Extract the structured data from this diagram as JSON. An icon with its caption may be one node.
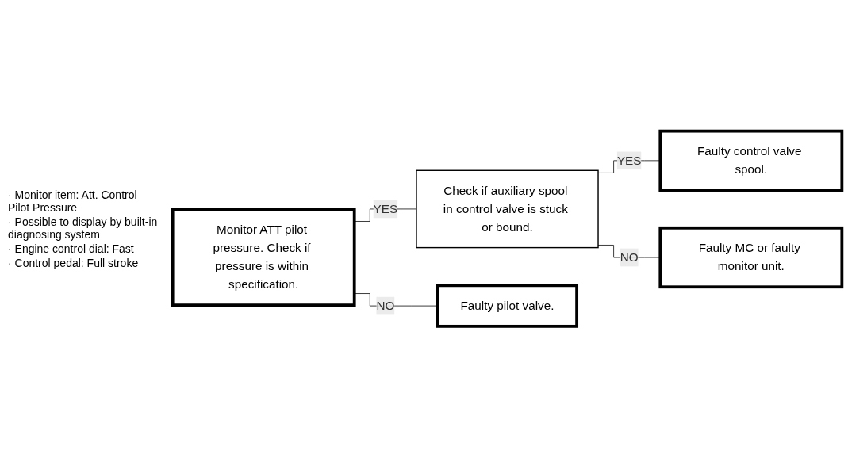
{
  "diagram": {
    "nodes": [
      {
        "text": [
          "Monitor ATT pilot pressure. Check if pressure is within specification."
        ],
        "beside": [
          "· Monitor item: Att. Control Pilot Pressure",
          "· Possible to display by built-in diagnosing system",
          "· Engine control dial: Fast",
          "· Control pedal: Full stroke"
        ]
      },
      {
        "text": [
          "Check if auxiliary spool in control valve is stuck or bound."
        ]
      },
      {
        "text": [
          "Faulty control valve spool."
        ]
      },
      {
        "text": [
          "Faulty MC or faulty monitor unit."
        ]
      },
      {
        "text": [
          "Faulty pilot valve."
        ]
      }
    ],
    "edges": [
      {
        "from": 0,
        "to": 1,
        "arrow": "none",
        "label": "YES"
      },
      {
        "from": 0,
        "to": 4,
        "arrow": "none",
        "label": "NO"
      },
      {
        "from": 1,
        "to": 2,
        "arrow": "none",
        "label": "YES"
      },
      {
        "from": 1,
        "to": 3,
        "arrow": "none",
        "label": "NO"
      }
    ]
  }
}
